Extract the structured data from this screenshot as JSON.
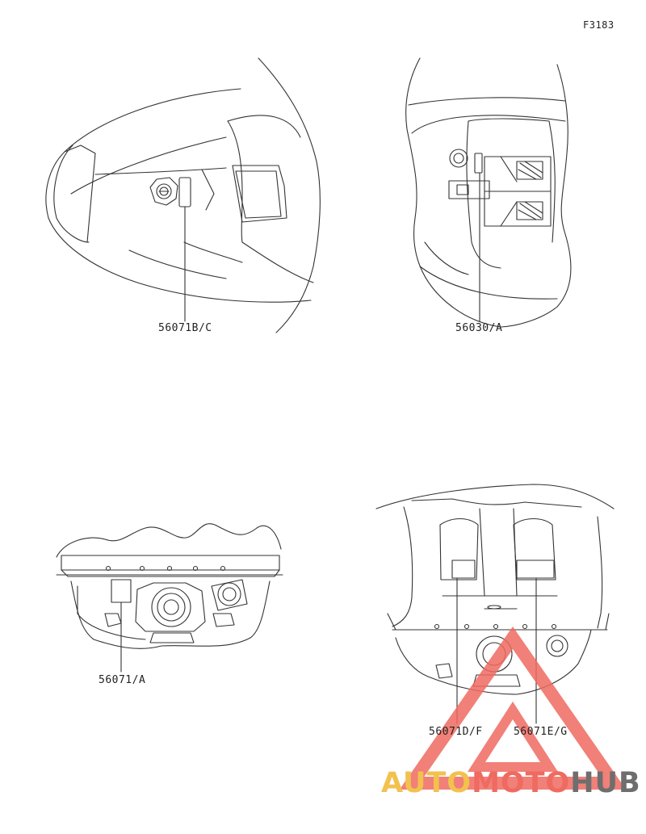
{
  "figure": {
    "code": "F3183"
  },
  "callouts": [
    {
      "part": "56071B/C"
    },
    {
      "part": "56030/A"
    },
    {
      "part": "56071/A"
    },
    {
      "part": "56071D/F"
    },
    {
      "part": "56071E/G"
    }
  ],
  "watermark": {
    "part_a": "AUTO",
    "part_b": "MOTO",
    "part_c": "HUB",
    "colors": {
      "yellow": "#f2c14e",
      "red": "#ef6a60",
      "gray": "#6e6e6e"
    }
  },
  "colors": {
    "line": "#333333",
    "background": "#ffffff"
  }
}
